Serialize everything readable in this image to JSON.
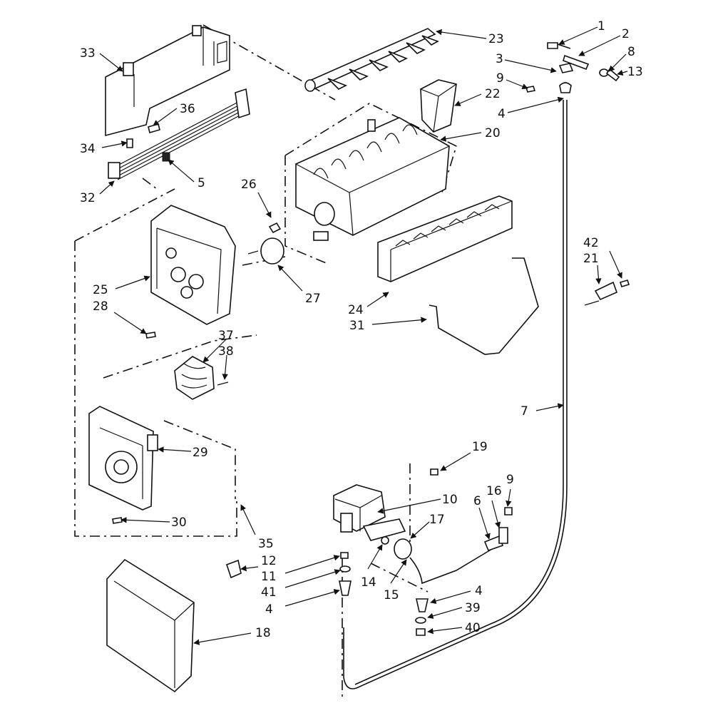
{
  "callouts": {
    "c1": "1",
    "c2": "2",
    "c3": "3",
    "c4a": "4",
    "c4b": "4",
    "c4c": "4",
    "c5": "5",
    "c6": "6",
    "c7": "7",
    "c8": "8",
    "c9a": "9",
    "c9b": "9",
    "c10": "10",
    "c11": "11",
    "c12": "12",
    "c13": "13",
    "c14": "14",
    "c15": "15",
    "c16": "16",
    "c17": "17",
    "c18": "18",
    "c19": "19",
    "c20": "20",
    "c21": "21",
    "c22": "22",
    "c23": "23",
    "c24": "24",
    "c25": "25",
    "c26": "26",
    "c27": "27",
    "c28": "28",
    "c29": "29",
    "c30": "30",
    "c31": "31",
    "c32": "32",
    "c33": "33",
    "c34": "34",
    "c35": "35",
    "c36": "36",
    "c37": "37",
    "c38": "38",
    "c39": "39",
    "c40": "40",
    "c41": "41",
    "c42": "42"
  }
}
